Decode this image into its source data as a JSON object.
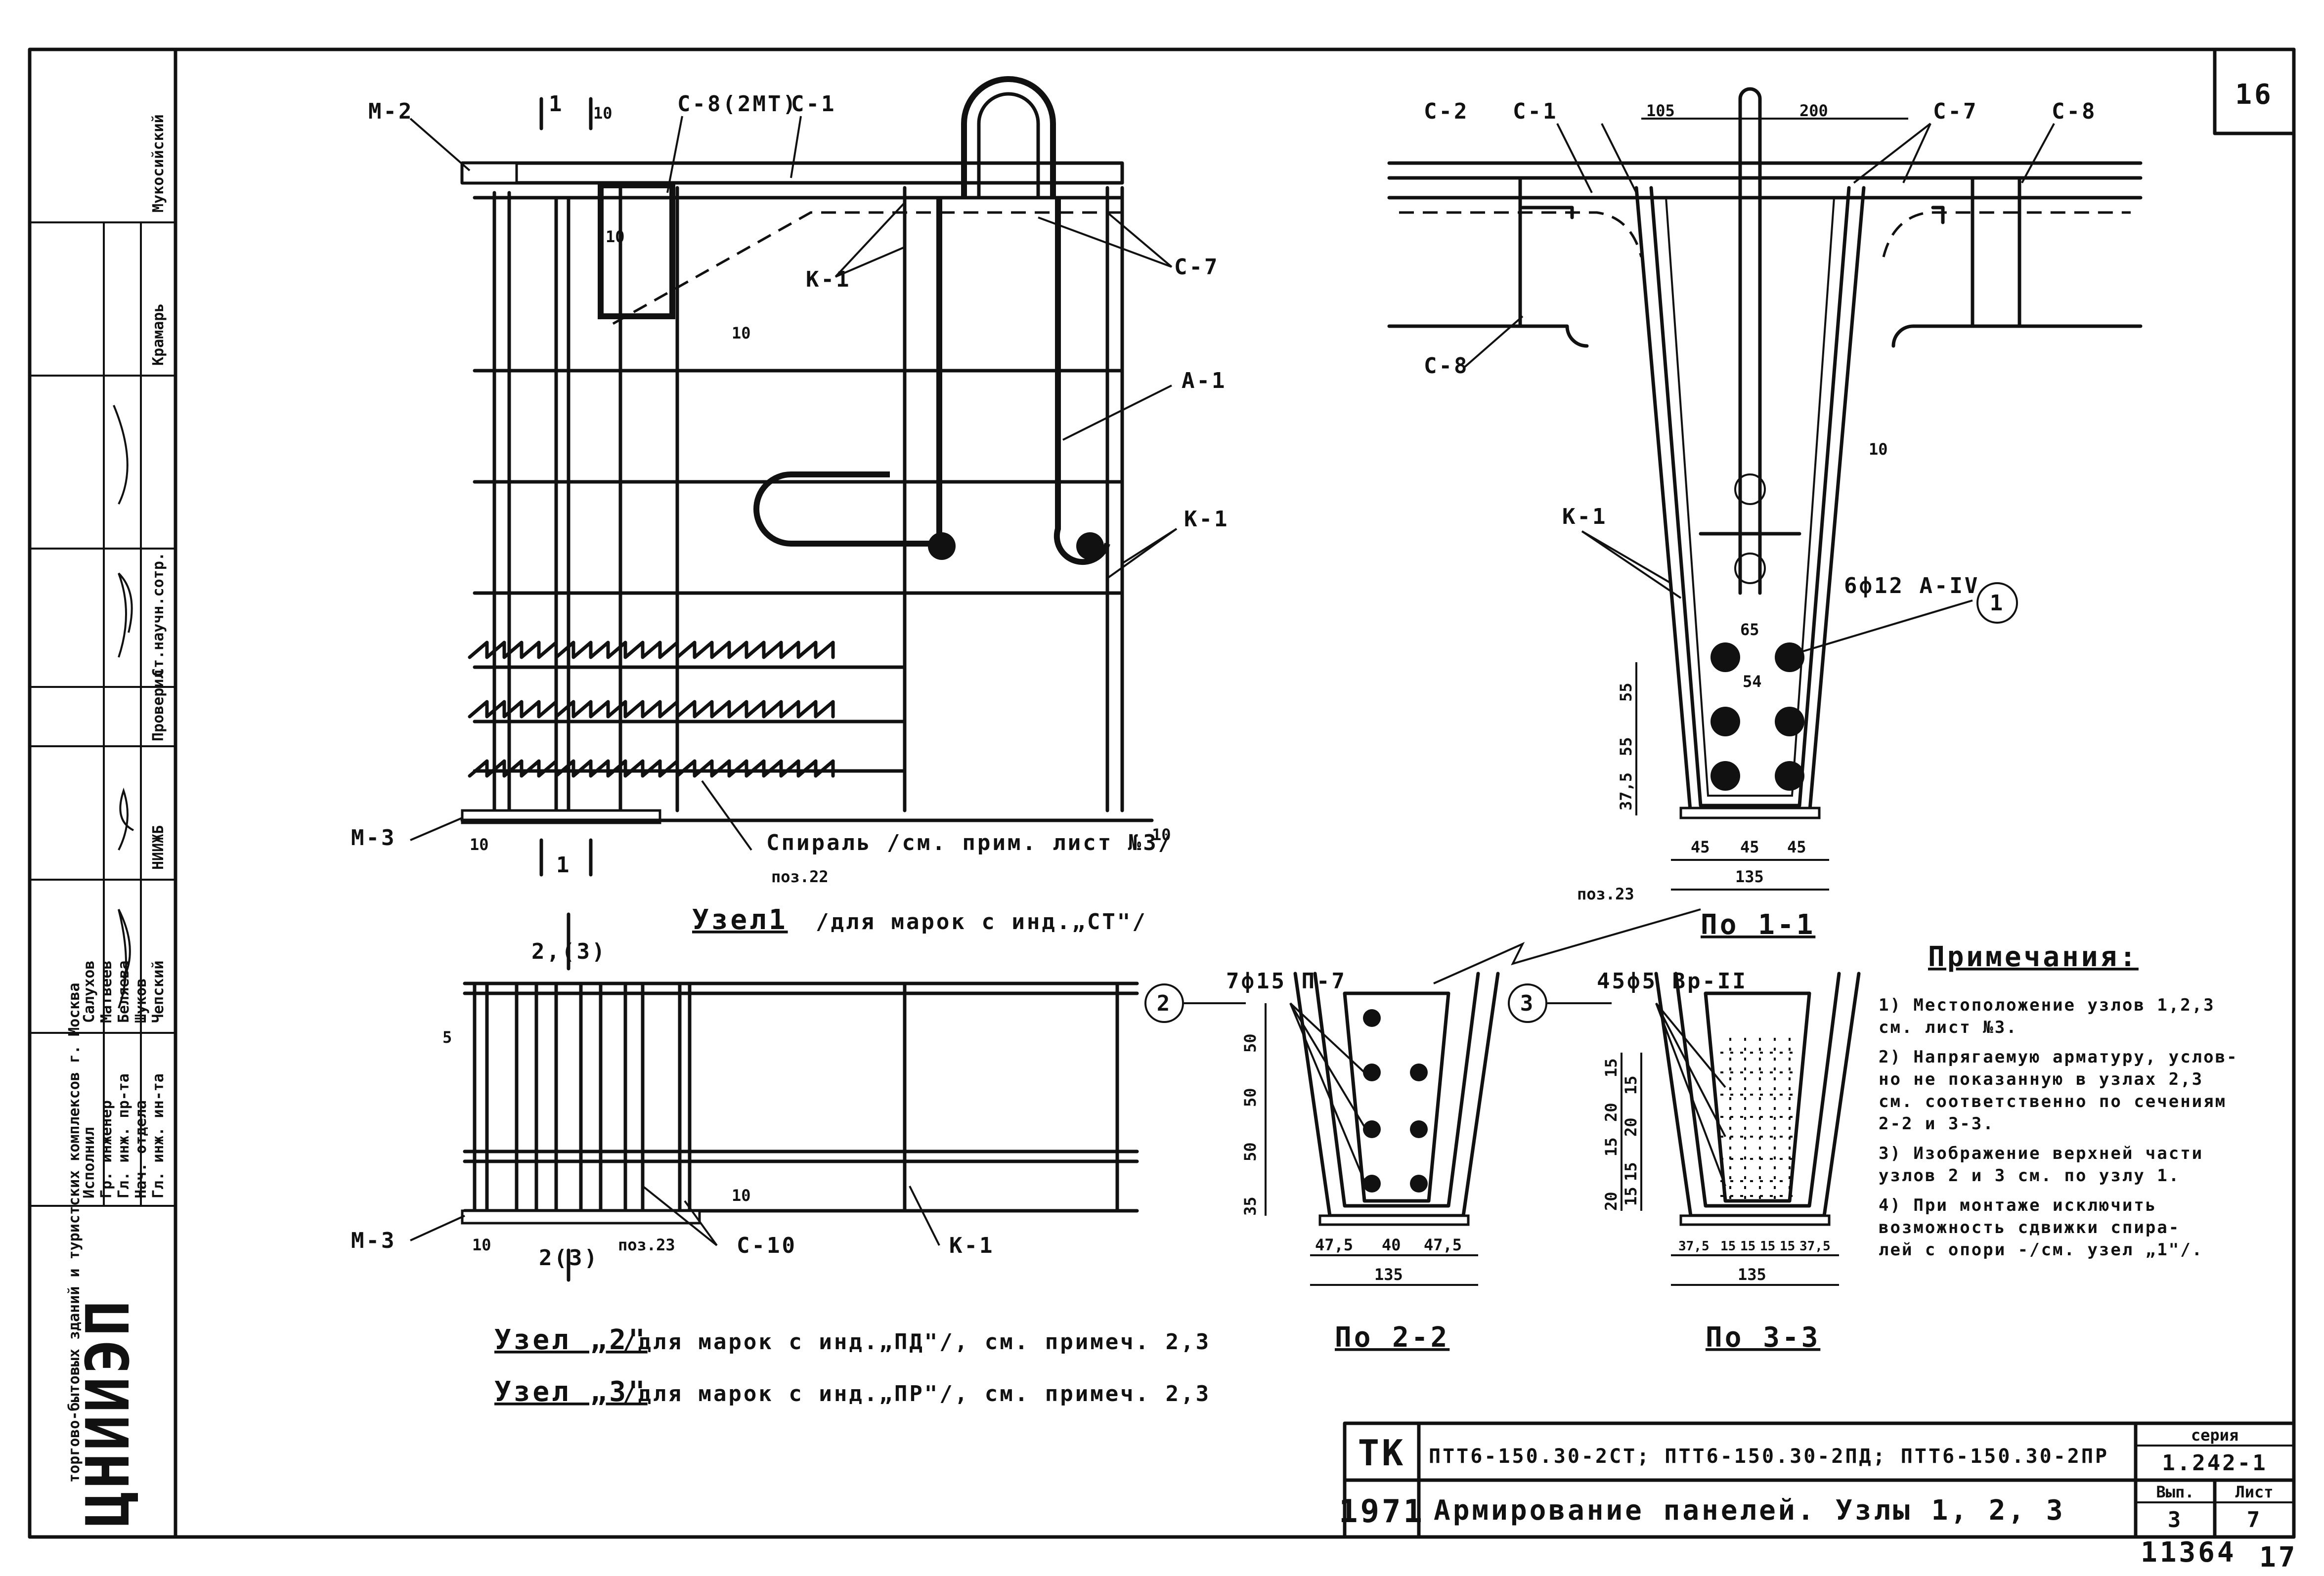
{
  "sheet": {
    "number": "16",
    "archive_number": "11364",
    "page_mark": "17"
  },
  "title_block": {
    "code": "ТК",
    "year": "1971",
    "marks": "ПТТ6-150.30-2СТ; ПТТ6-150.30-2ПД; ПТТ6-150.30-2ПР",
    "title": "Армирование панелей. Узлы 1, 2, 3",
    "series_label": "серия",
    "series": "1.242-1",
    "issue_label": "Вып.",
    "issue": "3",
    "sheet_label": "Лист",
    "sheet": "7"
  },
  "side_stamp": {
    "org_logo": "ЦНИИЭП",
    "org_text": "торгово-бытовых зданий и туристских комплексов г. Москва",
    "roles": [
      "Гл. инж. ин-та",
      "Нач. отдела",
      "Гл. инж. пр-та",
      "Гр. инженер",
      "Исполнил"
    ],
    "names": [
      "Чепский",
      "Шуков",
      "Беляева",
      "Матвеев",
      "Салухов"
    ],
    "check_label": "Проверил",
    "check_org": "НИИЖБ",
    "check_role": "Ст.научн.сотр.",
    "check_name": "Крамарь",
    "top_name": "Мукосийский"
  },
  "views": {
    "node1": {
      "caption": "Узел1",
      "subcaption": "/для марок с инд.„СТ\"/",
      "labels": {
        "m2": "М-2",
        "m3": "М-3",
        "c8_2mt": "С-8(2МТ)",
        "c1": "С-1",
        "c7": "С-7",
        "k1_a": "К-1",
        "k1_b": "К-1",
        "a1": "А-1",
        "spiral": "Спираль /см. прим. лист №3/",
        "poz22": "поз.22",
        "cut": "1",
        "d10a": "10",
        "d10b": "10",
        "d10c": "10",
        "d10d": "10",
        "d10e": "10"
      }
    },
    "node23": {
      "caption2": "Узел „2\"",
      "subcaption2": "/для марок с инд.„ПД\"/, см. примеч. 2,3",
      "caption3": "Узел „3\"",
      "subcaption3": "/для марок с инд.„ПР\"/, см. примеч. 2,3",
      "labels": {
        "m3": "М-3",
        "poz23": "поз.23",
        "c10": "С-10",
        "k1": "К-1",
        "cut_top": "2,(3)",
        "cut_bottom": "2(3)",
        "d5": "5",
        "d10a": "10",
        "d10b": "10"
      }
    },
    "section11": {
      "caption": "По 1-1",
      "labels": {
        "c2": "С-2",
        "c1": "С-1",
        "c7": "С-7",
        "c8": "С-8",
        "c8b": "С-8",
        "k1": "К-1",
        "d105": "105",
        "d200": "200",
        "bars": "6ф12 А-IV",
        "mark1": "1",
        "d65": "65",
        "d54": "54",
        "d10": "10",
        "dims_v": [
          "55",
          "55",
          "37,5"
        ],
        "dims_h": [
          "45",
          "45",
          "45"
        ],
        "total": "135"
      }
    },
    "section22": {
      "caption": "По 2-2",
      "labels": {
        "poz23": "поз.23",
        "bars": "7ф15 П-7",
        "mark2": "2",
        "dims_v": [
          "50",
          "50",
          "50",
          "35"
        ],
        "dims_h": [
          "47,5",
          "40",
          "47,5"
        ],
        "total": "135"
      }
    },
    "section33": {
      "caption": "По 3-3",
      "labels": {
        "bars": "45ф5 Вр-II",
        "mark3": "3",
        "dims_v": [
          "15",
          "20",
          "15",
          "15",
          "20",
          "15",
          "15",
          "20"
        ],
        "dims_h": [
          "37,5",
          "15",
          "15",
          "15",
          "15",
          "37,5"
        ],
        "total": "135"
      }
    }
  },
  "notes": {
    "heading": "Примечания:",
    "items": [
      "1) Местоположение узлов 1,2,3",
      "см. лист №3.",
      "2) Напрягаемую арматуру, услов-",
      "но не показанную в узлах 2,3",
      "см. соответственно по сечениям",
      "2-2 и 3-3.",
      "3) Изображение верхней части",
      "узлов 2 и 3 см. по узлу 1.",
      "4) При монтаже исключить",
      "возможность сдвижки спира-",
      "лей с опори -/см. узел „1\"/."
    ]
  }
}
